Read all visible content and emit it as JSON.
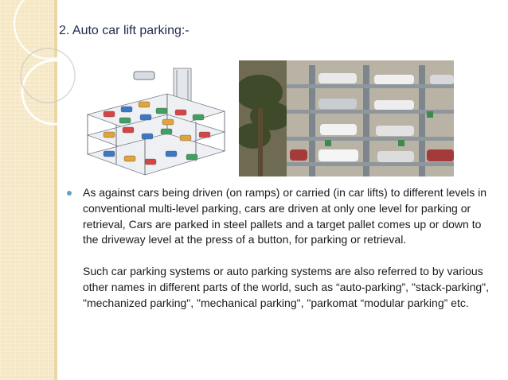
{
  "slide": {
    "title": "2. Auto car lift parking:-",
    "paragraph1": "As against cars being driven (on ramps) or carried (in car lifts) to different levels in conventional multi-level parking, cars are driven at only one level for parking or retrieval, Cars are parked in steel pallets and a target pallet comes up or down to the driveway level at the press of a button, for parking or retrieval.",
    "paragraph2": "Such car parking systems or auto parking systems are also referred to by various other names in different parts of the world, such as “auto-parking”, \"stack-parking\", \"mechanized parking\", \"mechanical parking\", \"parkomat “modular parking” etc."
  },
  "colors": {
    "band": "#f5e7c4",
    "title_text": "#1f2a4a",
    "bullet": "#5fa3c3"
  }
}
